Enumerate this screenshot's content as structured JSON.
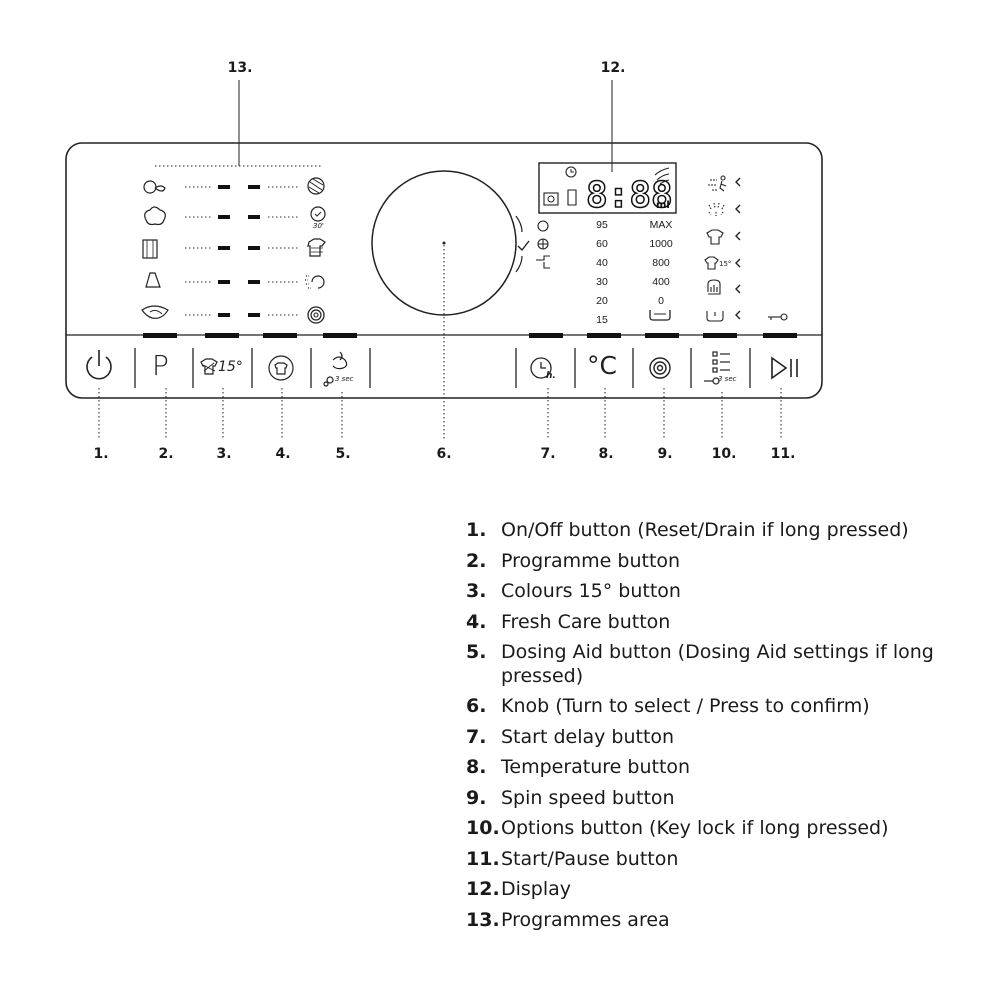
{
  "callouts": {
    "top": [
      {
        "id": "13",
        "text": "13."
      },
      {
        "id": "12",
        "text": "12."
      }
    ],
    "bottom": [
      "1.",
      "2.",
      "3.",
      "4.",
      "5.",
      "6.",
      "7.",
      "8.",
      "9.",
      "10.",
      "11."
    ]
  },
  "panel": {
    "display_digits": "8:88",
    "display_unit": "ml",
    "temperature_scale": [
      "95",
      "60",
      "40",
      "30",
      "20",
      "15"
    ],
    "spin_scale": [
      "MAX",
      "1000",
      "800",
      "400",
      "0"
    ],
    "colours_button_label": "15°",
    "dosing_button_hint": "3 sec",
    "options_button_hint": "3 sec",
    "start_delay_suffix": "h.",
    "programme_button_label": "P",
    "temperature_button_label": "°C"
  },
  "legend": [
    {
      "num": "1.",
      "text": "On/Off button (Reset/Drain if long pressed)"
    },
    {
      "num": "2.",
      "text": "Programme button"
    },
    {
      "num": "3.",
      "text": "Colours 15° button"
    },
    {
      "num": "4.",
      "text": "Fresh Care button"
    },
    {
      "num": "5.",
      "text": "Dosing Aid button (Dosing Aid settings if long pressed)"
    },
    {
      "num": "6.",
      "text": "Knob (Turn to select / Press to confirm)"
    },
    {
      "num": "7.",
      "text": "Start delay button"
    },
    {
      "num": "8.",
      "text": "Temperature button"
    },
    {
      "num": "9.",
      "text": "Spin speed button"
    },
    {
      "num": "10.",
      "text": "Options button (Key lock if long pressed)"
    },
    {
      "num": "11.",
      "text": "Start/Pause button"
    },
    {
      "num": "12.",
      "text": "Display"
    },
    {
      "num": "13.",
      "text": "Programmes area"
    }
  ]
}
